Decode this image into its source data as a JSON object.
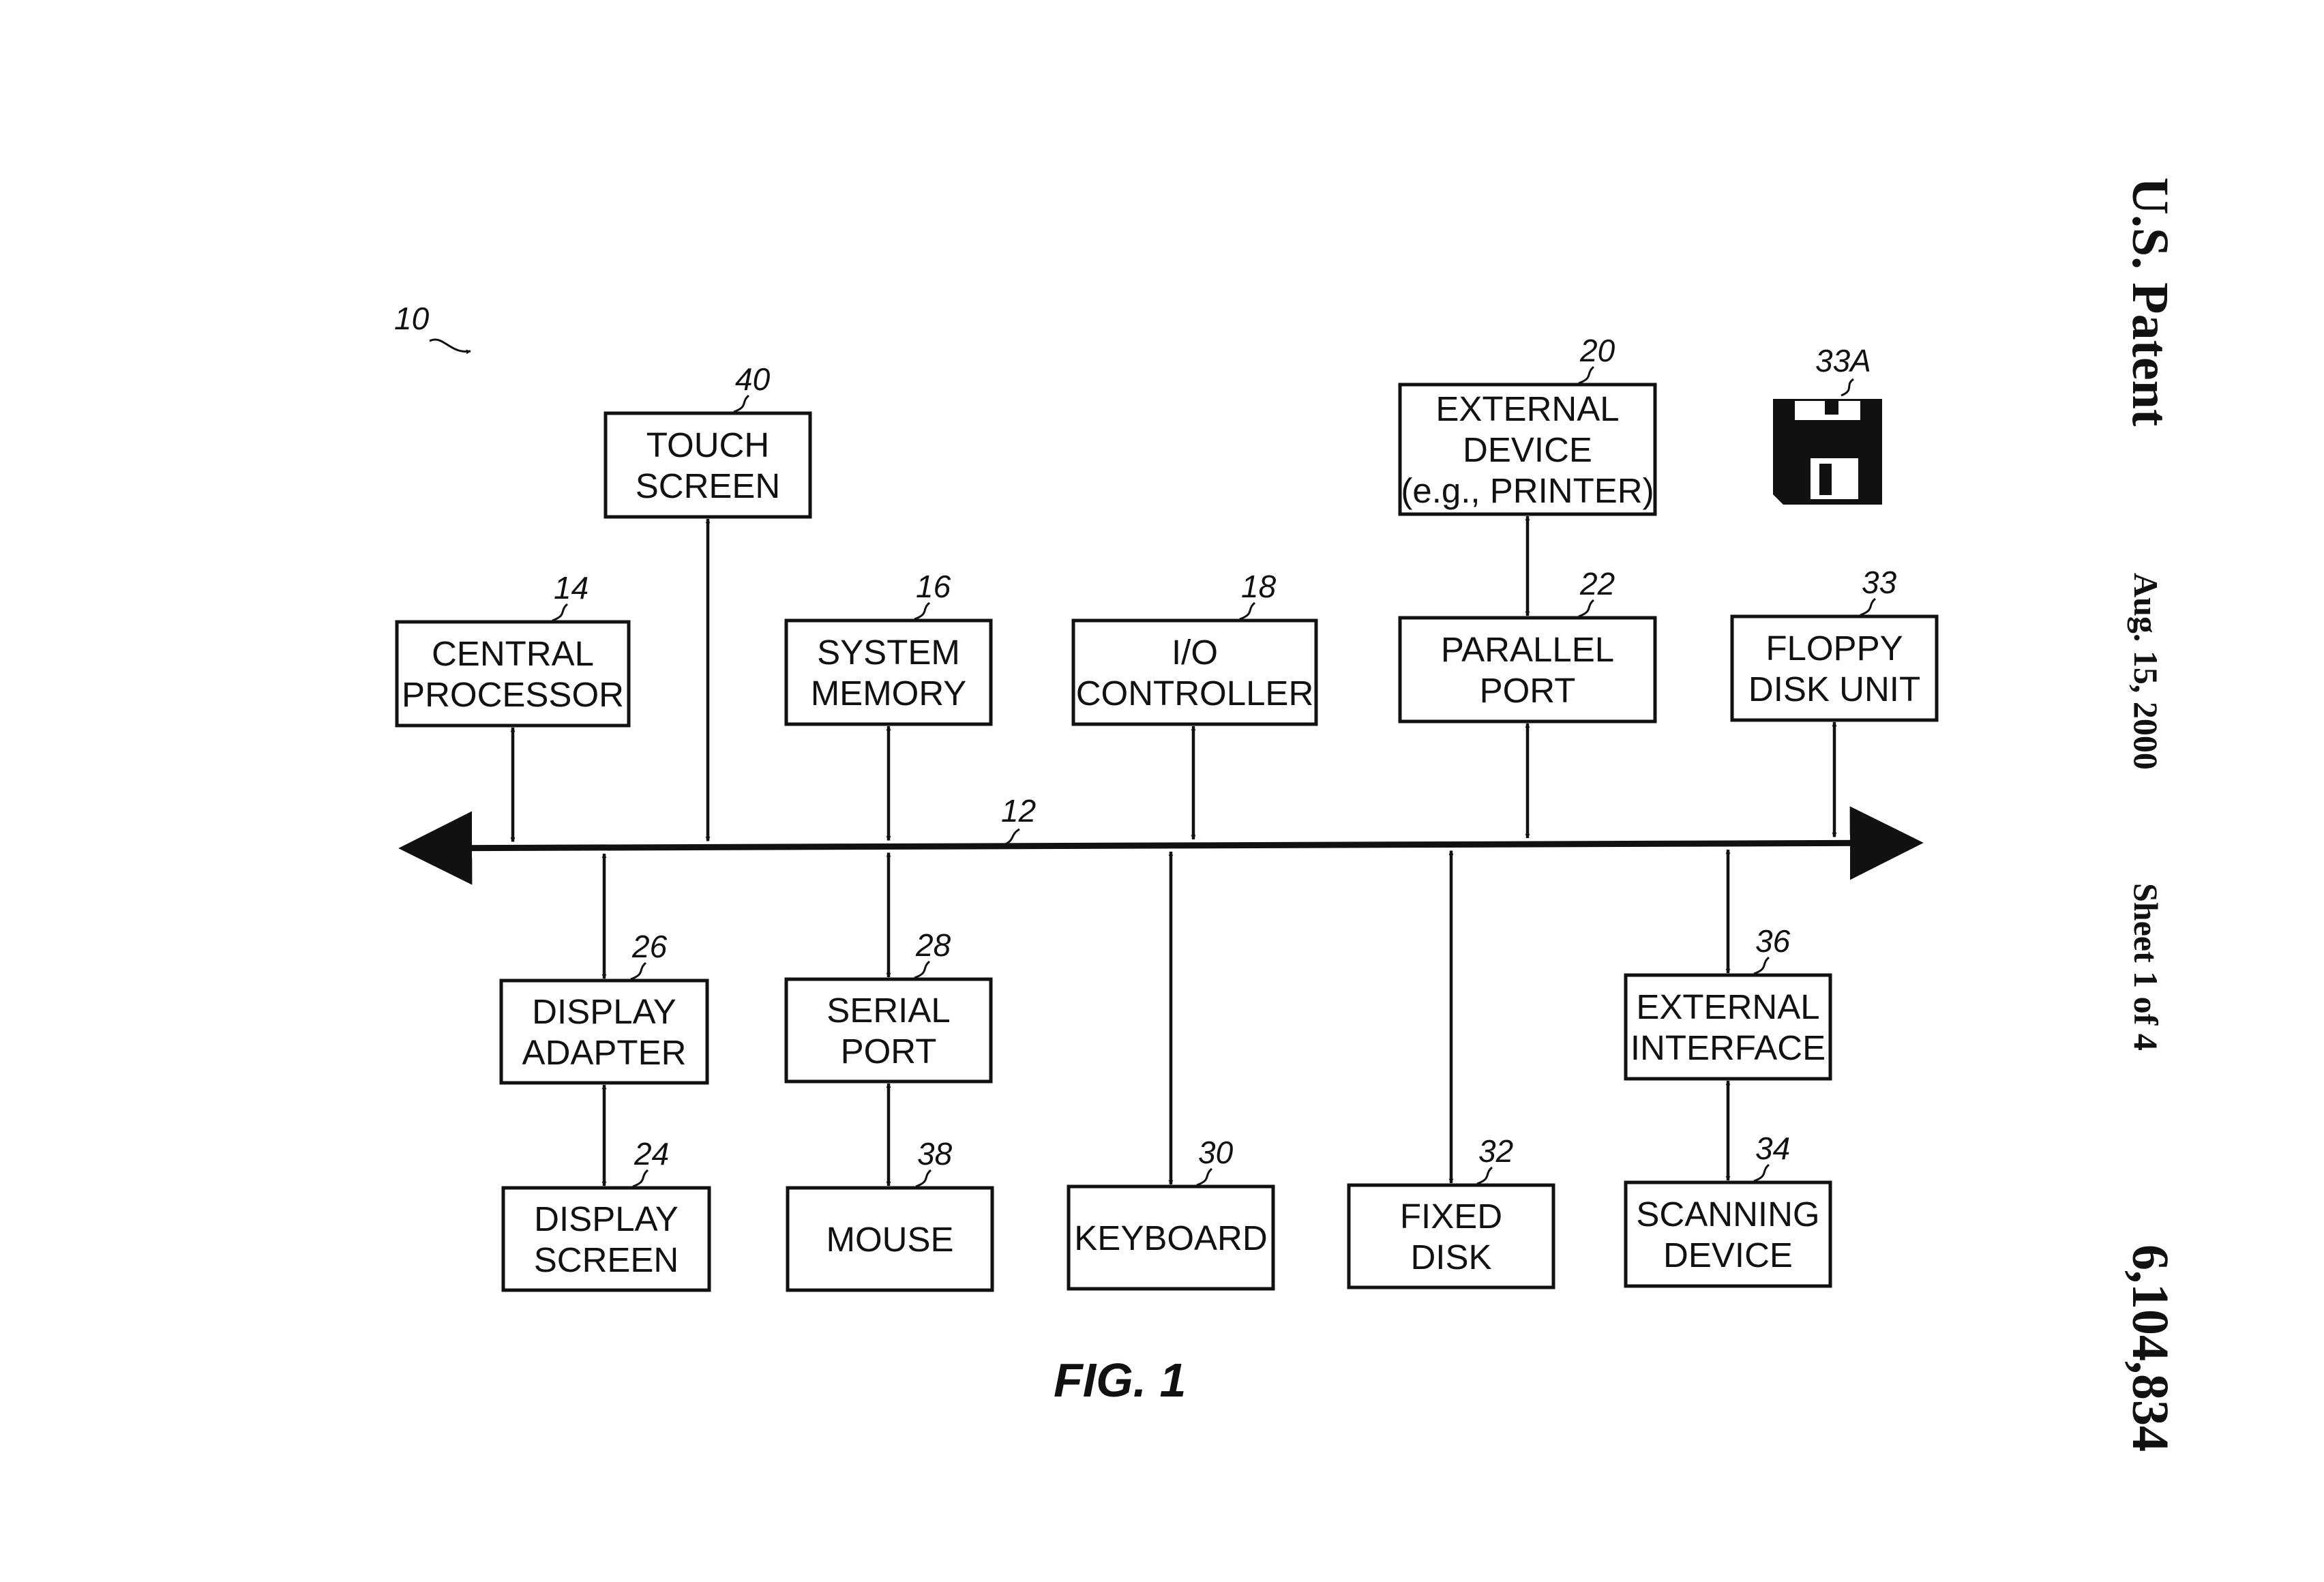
{
  "header": {
    "title": "U.S. Patent",
    "date": "Aug. 15, 2000",
    "sheet": "Sheet 1 of 4",
    "patent_number": "6,104,834"
  },
  "figure": {
    "caption": "FIG. 1",
    "system_ref": "10",
    "bus_ref": "12",
    "diskette_ref": "33A",
    "boxes": [
      {
        "id": "central-processor",
        "ref": "14",
        "lines": [
          "CENTRAL",
          "PROCESSOR"
        ]
      },
      {
        "id": "touch-screen",
        "ref": "40",
        "lines": [
          "TOUCH",
          "SCREEN"
        ]
      },
      {
        "id": "system-memory",
        "ref": "16",
        "lines": [
          "SYSTEM",
          "MEMORY"
        ]
      },
      {
        "id": "io-controller",
        "ref": "18",
        "lines": [
          "I/O",
          "CONTROLLER"
        ]
      },
      {
        "id": "external-device",
        "ref": "20",
        "lines": [
          "EXTERNAL",
          "DEVICE",
          "(e.g., PRINTER)"
        ]
      },
      {
        "id": "parallel-port",
        "ref": "22",
        "lines": [
          "PARALLEL",
          "PORT"
        ]
      },
      {
        "id": "floppy-disk-unit",
        "ref": "33",
        "lines": [
          "FLOPPY",
          "DISK UNIT"
        ]
      },
      {
        "id": "display-adapter",
        "ref": "26",
        "lines": [
          "DISPLAY",
          "ADAPTER"
        ]
      },
      {
        "id": "serial-port",
        "ref": "28",
        "lines": [
          "SERIAL",
          "PORT"
        ]
      },
      {
        "id": "external-interface",
        "ref": "36",
        "lines": [
          "EXTERNAL",
          "INTERFACE"
        ]
      },
      {
        "id": "display-screen",
        "ref": "24",
        "lines": [
          "DISPLAY",
          "SCREEN"
        ]
      },
      {
        "id": "mouse",
        "ref": "38",
        "lines": [
          "MOUSE"
        ]
      },
      {
        "id": "keyboard",
        "ref": "30",
        "lines": [
          "KEYBOARD"
        ]
      },
      {
        "id": "fixed-disk",
        "ref": "32",
        "lines": [
          "FIXED",
          "DISK"
        ]
      },
      {
        "id": "scanning-device",
        "ref": "34",
        "lines": [
          "SCANNING",
          "DEVICE"
        ]
      }
    ],
    "connections": [
      [
        "central-processor",
        "bus"
      ],
      [
        "touch-screen",
        "bus"
      ],
      [
        "system-memory",
        "bus"
      ],
      [
        "io-controller",
        "bus"
      ],
      [
        "external-device",
        "parallel-port"
      ],
      [
        "parallel-port",
        "bus"
      ],
      [
        "floppy-disk-unit",
        "bus"
      ],
      [
        "display-adapter",
        "bus"
      ],
      [
        "display-screen",
        "display-adapter"
      ],
      [
        "serial-port",
        "bus"
      ],
      [
        "mouse",
        "serial-port"
      ],
      [
        "keyboard",
        "bus"
      ],
      [
        "fixed-disk",
        "bus"
      ],
      [
        "external-interface",
        "bus"
      ],
      [
        "scanning-device",
        "external-interface"
      ]
    ],
    "diskette_icon": "floppy-diskette-icon"
  }
}
